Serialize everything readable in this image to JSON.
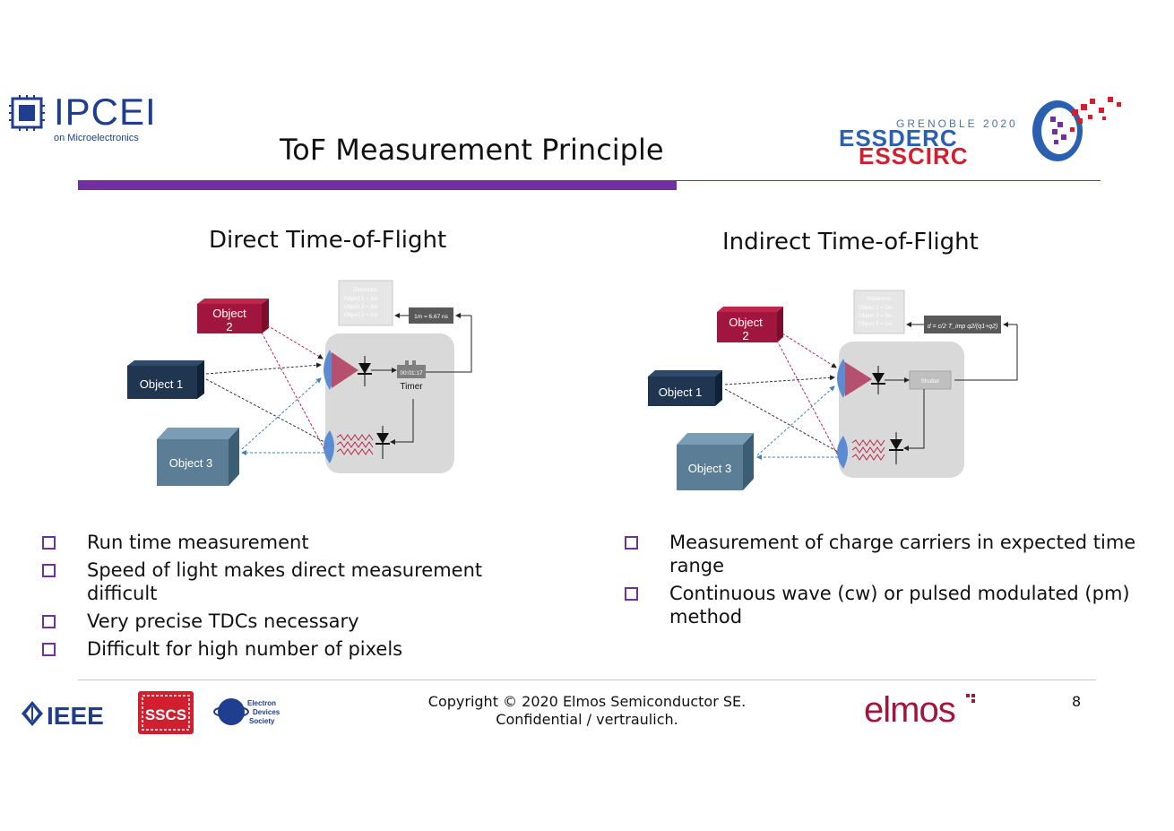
{
  "header": {
    "logo_text": "IPCEI",
    "logo_subtitle": "on Microelectronics",
    "title": "ToF Measurement Principle",
    "conference": {
      "line1": "GRENOBLE 2020",
      "line2": "ESSDERC",
      "line3": "ESSCIRC"
    }
  },
  "direct": {
    "title": "Direct Time-of-Flight",
    "object1": "Object 1",
    "object2_line1": "Object",
    "object2_line2": "2",
    "object3": "Object 3",
    "distances": [
      "Distances:",
      "Object 1 = 2m",
      "Object 2 = 3m",
      "Object 3 = 1m"
    ],
    "conversion": "1m = 6.67 ns",
    "timer_display": "00:01:17",
    "timer_label": "Timer",
    "bullets": [
      "Run time measurement",
      "Speed of light makes direct measurement difficult",
      "Very precise TDCs necessary",
      "Difficult for high number of pixels"
    ]
  },
  "indirect": {
    "title": "Indirect Time-of-Flight",
    "object1": "Object 1",
    "object2_line1": "Object",
    "object2_line2": "2",
    "object3": "Object 3",
    "distances": [
      "Distances:",
      "Object 1 = 2m",
      "Object 2 = 3m",
      "Object 3 = 1m"
    ],
    "formula": "d = c/2 T_imp q2/(q1+q2)",
    "shutter_label": "Shutter",
    "bullets": [
      "Measurement of charge carriers in expected time range",
      "Continuous wave (cw) or pulsed modulated (pm) method"
    ]
  },
  "footer": {
    "ieee": "IEEE",
    "sscs": "SSCS",
    "eds_line1": "Electron",
    "eds_line2": "Devices",
    "eds_line3": "Society",
    "copyright_line1": "Copyright © 2020 Elmos Semiconductor SE.",
    "copyright_line2": "Confidential / vertraulich.",
    "company": "elmos",
    "page_number": "8"
  },
  "colors": {
    "accent": "#7030a0",
    "object1": "#1f3550",
    "object2": "#a0163e",
    "object3": "#5b7e96",
    "elmos": "#a0163e"
  }
}
